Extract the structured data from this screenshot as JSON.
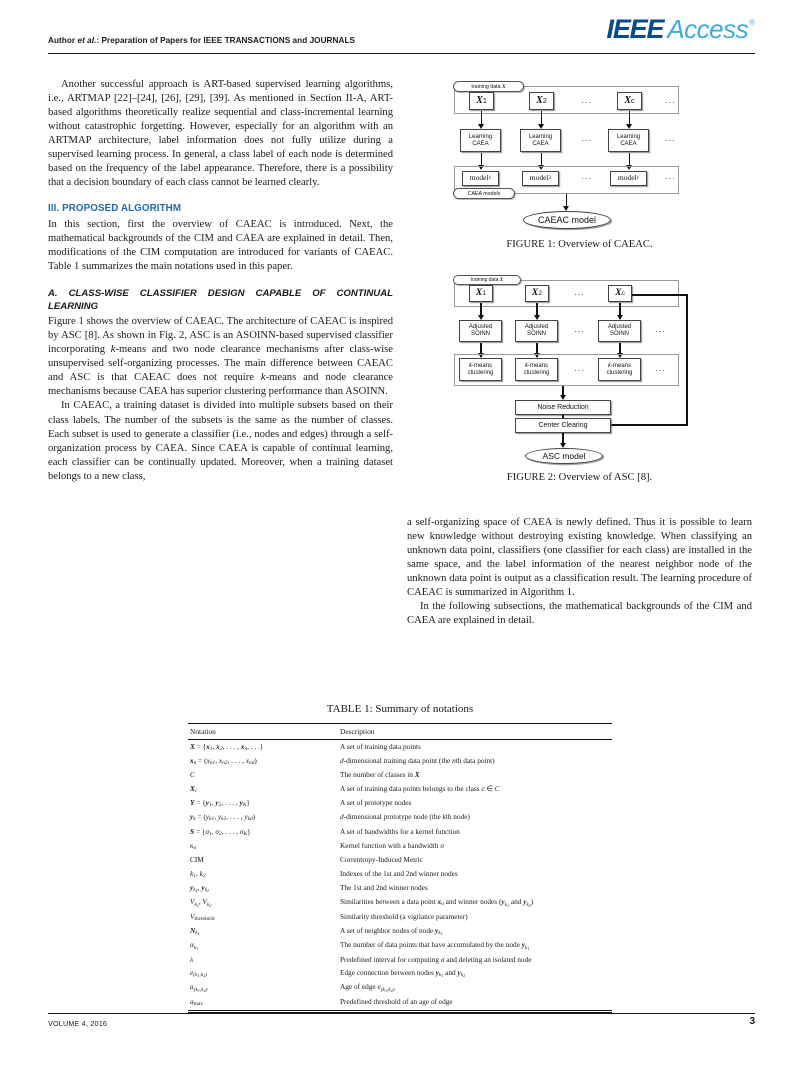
{
  "header": {
    "logo_ieee": "IEEE",
    "logo_access": "Access",
    "logo_tm": "®",
    "running_head_prefix": "Author ",
    "running_head_italic": "et al.",
    "running_head_suffix": ": Preparation of Papers for IEEE TRANSACTIONS and JOURNALS"
  },
  "left_column": {
    "para1": "Another successful approach is ART-based supervised learning algorithms, i.e., ARTMAP [22]–[24], [26], [29], [39]. As mentioned in Section II-A, ART-based algorithms theoretically realize sequential and class-incremental learning without catastrophic forgetting. However, especially for an algorithm with an ARTMAP architecture, label information does not fully utilize during a supervised learning process. In general, a class label of each node is determined based on the frequency of the label appearance. Therefore, there is a possibility that a decision boundary of each class cannot be learned clearly.",
    "section_heading": "III. PROPOSED ALGORITHM",
    "para2": "In this section, first the overview of CAEAC is introduced. Next, the mathematical backgrounds of the CIM and CAEA are explained in detail. Then, modifications of the CIM computation are introduced for variants of CAEAC. Table 1 summarizes the main notations used in this paper.",
    "subsection_heading": "A. CLASS-WISE CLASSIFIER DESIGN CAPABLE OF CONTINUAL LEARNING",
    "para3_a": "Figure 1 shows the overview of CAEAC. The architecture of CAEAC is inspired by ASC [8]. As shown in Fig. 2, ASC is an ASOINN-based supervised classifier incorporating ",
    "para3_k": "k",
    "para3_b": "-means and two node clearance mechanisms after class-wise unsupervised self-organizing processes. The main difference between CAEAC and ASC is that CAEAC does not require ",
    "para3_k2": "k",
    "para3_c": "-means and node clearance mechanisms because CAEA has superior clustering performance than ASOINN.",
    "para4": "In CAEAC, a training dataset is divided into multiple subsets based on their class labels. The number of the subsets is the same as the number of classes. Each subset is used to generate a classifier (i.e., nodes and edges) through a self-organization process by CAEA. Since CAEA is capable of continual learning, each classifier can be continually updated. Moreover, when a training dataset belongs to a new class,"
  },
  "right_column": {
    "para1": "a self-organizing space of CAEA is newly defined. Thus it is possible to learn new knowledge without destroying existing knowledge. When classifying an unknown data point, classifiers (one classifier for each class) are installed in the same space, and the label information of the nearest neighbor node of the unknown data point is output as a classification result. The learning procedure of CAEAC is summarized in Algorithm 1.",
    "para2": "In the following subsections, the mathematical backgrounds of the CIM and CAEA are explained in detail."
  },
  "figure1": {
    "caption": "FIGURE 1: Overview of CAEAC.",
    "group_label_top": "training data",
    "group_label_top_symbol": "X",
    "group_label_bottom": "CAEA models",
    "data_boxes": [
      "X1",
      "X2",
      "Xc"
    ],
    "process_boxes": [
      "Learning CAEA",
      "Learning CAEA",
      "Learning CAEA"
    ],
    "process_line1": "Learning",
    "process_line2": "CAEA",
    "model_boxes": [
      "model1",
      "model2",
      "modelc"
    ],
    "model_base": "model",
    "output": "CAEAC model",
    "ellipsis": "..."
  },
  "figure2": {
    "caption": "FIGURE 2: Overview of ASC [8].",
    "group_label_top": "training data",
    "group_label_top_symbol": "X",
    "data_boxes": [
      "X1",
      "X2",
      "Xc"
    ],
    "soinn_line1": "Adjusted",
    "soinn_line2": "SOINN",
    "kmeans_line1": "k-means",
    "kmeans_line2": "clustering",
    "noise_reduction": "Noise Reduction",
    "center_clearing": "Center Clearing",
    "output": "ASC model",
    "ellipsis": "..."
  },
  "table": {
    "title": "TABLE 1: Summary of notations",
    "columns": [
      "Notation",
      "Description"
    ],
    "rows": [
      {
        "notation_html": "<span class=\"scr\">X</span> = {<span class=\"bvec mi\">x</span><span class=\"tsub mi\">1</span>, <span class=\"bvec mi\">x</span><span class=\"tsub mi\">2</span>, . . . , <span class=\"bvec mi\">x</span><span class=\"tsub mi\">n</span>, . . .}",
        "description_html": "A set of training data points"
      },
      {
        "notation_html": "<span class=\"bvec mi\">x</span><span class=\"tsub mi\">n</span> = (<span class=\"mi\">x</span><span class=\"tsub mi\">n1</span>, <span class=\"mi\">x</span><span class=\"tsub mi\">n2</span>, . . . , <span class=\"mi\">x</span><span class=\"tsub mi\">nd</span>)",
        "description_html": "<span class=\"mi\">d</span>-dimensional training data point (the <span class=\"mi\">n</span>th data point)"
      },
      {
        "notation_html": "<span class=\"mi\">C</span>",
        "description_html": "The number of classes in <span class=\"scr\">X</span>"
      },
      {
        "notation_html": "<span class=\"scr\">X</span><span class=\"tsub mi\">c</span>",
        "description_html": "A set of training data points belongs to the class <span class=\"mi\">c</span> ∈ <span class=\"mi\">C</span>"
      },
      {
        "notation_html": "<span class=\"scr\">Y</span> = {<span class=\"bvec mi\">y</span><span class=\"tsub mi\">1</span>, <span class=\"bvec mi\">y</span><span class=\"tsub mi\">2</span>, . . . , <span class=\"bvec mi\">y</span><span class=\"tsub mi\">K</span>}",
        "description_html": "A set of prototype nodes"
      },
      {
        "notation_html": "<span class=\"bvec mi\">y</span><span class=\"tsub mi\">k</span> = (<span class=\"mi\">y</span><span class=\"tsub mi\">k1</span>, <span class=\"mi\">y</span><span class=\"tsub mi\">k2</span>, . . . , <span class=\"mi\">y</span><span class=\"tsub mi\">kd</span>)",
        "description_html": "<span class=\"mi\">d</span>-dimensional prototype node (the <span class=\"mi\">k</span>th node)"
      },
      {
        "notation_html": "<span class=\"scr\">S</span> = {<span class=\"mi\">σ</span><span class=\"tsub mi\">1</span>, <span class=\"mi\">σ</span><span class=\"tsub mi\">2</span>, . . . , <span class=\"mi\">σ</span><span class=\"tsub mi\">K</span>}",
        "description_html": "A set of bandwidths for a kernel function"
      },
      {
        "notation_html": "<span class=\"mi\">κ</span><span class=\"tsub mi\">σ</span>",
        "description_html": "Kernel function with a bandwidth <span class=\"mi\">σ</span>"
      },
      {
        "notation_html": "CIM",
        "description_html": "Correntropy-Induced Metric"
      },
      {
        "notation_html": "<span class=\"mi\">k</span><span class=\"tsub mi\">1</span>, <span class=\"mi\">k</span><span class=\"tsub mi\">2</span>",
        "description_html": "Indexes of the 1st and 2nd winner nodes"
      },
      {
        "notation_html": "<span class=\"bvec mi\">y</span><span class=\"tsub mi\">k<span class=\"tsub\">1</span></span>, <span class=\"bvec mi\">y</span><span class=\"tsub mi\">k<span class=\"tsub\">2</span></span>",
        "description_html": "The 1st and 2nd winner nodes"
      },
      {
        "notation_html": "<span class=\"mi\">V</span><span class=\"tsub mi\">k<span class=\"tsub\">1</span></span>, <span class=\"mi\">V</span><span class=\"tsub mi\">k<span class=\"tsub\">2</span></span>",
        "description_html": "Similarities between a data point <span class=\"bvec mi\">x</span><span class=\"tsub mi\">n</span> and winner nodes (<span class=\"bvec mi\">y</span><span class=\"tsub mi\">k<span class=\"tsub\">1</span></span> and <span class=\"bvec mi\">y</span><span class=\"tsub mi\">k<span class=\"tsub\">2</span></span>)"
      },
      {
        "notation_html": "<span class=\"mi\">V</span><span class=\"tsub\">threshold</span>",
        "description_html": "Similarity threshold (a vigilance parameter)"
      },
      {
        "notation_html": "<span class=\"scr\">N</span><span class=\"tsub mi\">k<span class=\"tsub\">1</span></span>",
        "description_html": "A set of neighbor nodes of node <span class=\"bvec mi\">y</span><span class=\"tsub mi\">k<span class=\"tsub\">1</span></span>"
      },
      {
        "notation_html": "<span class=\"mi\">α</span><span class=\"tsub mi\">k<span class=\"tsub\">1</span></span>",
        "description_html": "The number of data points that have accumulated by the node <span class=\"bvec mi\">y</span><span class=\"tsub mi\">k<span class=\"tsub\">1</span></span>"
      },
      {
        "notation_html": "<span class=\"mi\">λ</span>",
        "description_html": "Predefined interval for computing <span class=\"mi\">σ</span> and deleting an isolated node"
      },
      {
        "notation_html": "<span class=\"mi\">e</span><span class=\"tsub mi\">(k<span class=\"tsub\">1</span>,k<span class=\"tsub\">2</span>)</span>",
        "description_html": "Edge connection between nodes <span class=\"bvec mi\">y</span><span class=\"tsub mi\">k<span class=\"tsub\">1</span></span> and <span class=\"bvec mi\">y</span><span class=\"tsub mi\">k<span class=\"tsub\">2</span></span>"
      },
      {
        "notation_html": "<span class=\"mi\">a</span><span class=\"tsub mi\">(k<span class=\"tsub\">1</span>,k<span class=\"tsub\">2</span>)</span>",
        "description_html": "Age of edge <span class=\"mi\">e</span><span class=\"tsub mi\">(k<span class=\"tsub\">1</span>,k<span class=\"tsub\">2</span>)</span>"
      },
      {
        "notation_html": "<span class=\"mi\">a</span><span class=\"tsub\">max</span>",
        "description_html": "Predefined threshold of an age of edge"
      }
    ]
  },
  "footer": {
    "volume": "VOLUME 4, 2016",
    "page_number": "3"
  },
  "colors": {
    "section_blue": "#1f6cb4",
    "logo_blue": "#0a4b8c",
    "logo_cyan": "#3fa9dd"
  }
}
